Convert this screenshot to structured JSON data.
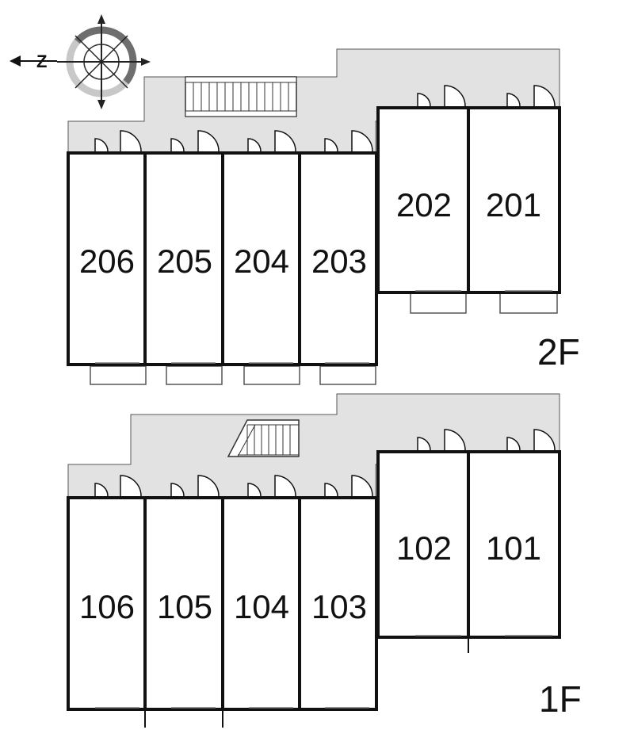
{
  "compass": {
    "north_letter": "Z",
    "icon": "compass-rose-icon"
  },
  "floors": [
    {
      "id": "2F",
      "label": "2F",
      "units": [
        "206",
        "205",
        "204",
        "203",
        "202",
        "201"
      ],
      "has_stairs": true
    },
    {
      "id": "1F",
      "label": "1F",
      "units": [
        "106",
        "105",
        "104",
        "103",
        "102",
        "101"
      ],
      "has_stairs": true
    }
  ],
  "colors": {
    "corridor": "#e2e2e2",
    "wall": "#111111",
    "background": "#ffffff"
  }
}
